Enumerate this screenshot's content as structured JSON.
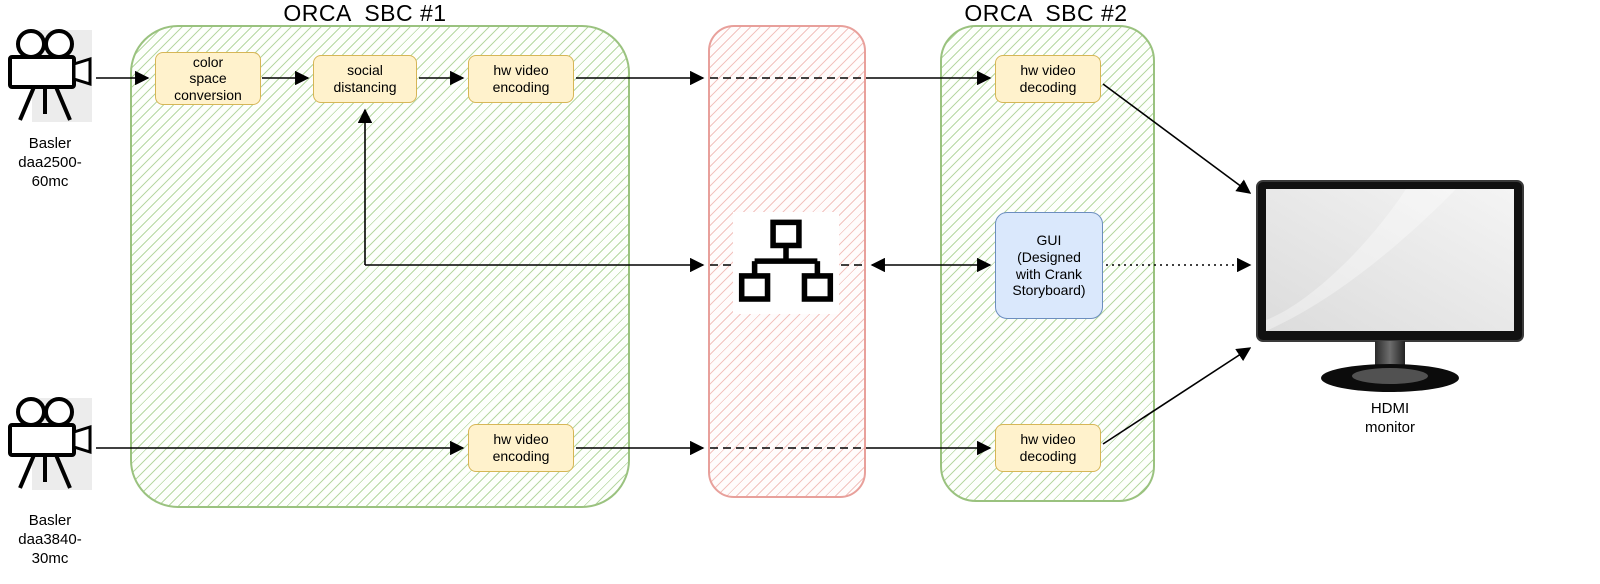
{
  "title_sbc1": "ORCA  SBC #1",
  "title_sbc2": "ORCA  SBC #2",
  "cameras": {
    "top_label": "Basler\ndaa2500-\n60mc",
    "bottom_label": "Basler\ndaa3840-\n30mc"
  },
  "sbc1": {
    "color_space": "color\nspace\nconversion",
    "social": "social\ndistancing",
    "encode_top": "hw video\nencoding",
    "encode_bottom": "hw video\nencoding"
  },
  "sbc2": {
    "decode_top": "hw video\ndecoding",
    "gui": "GUI\n(Designed\nwith Crank\nStoryboard)",
    "decode_bottom": "hw video\ndecoding"
  },
  "monitor_label": "HDMI\nmonitor",
  "icons": {
    "camera_top": "video-camera",
    "camera_bottom": "video-camera",
    "network": "network-switch",
    "monitor": "desktop-monitor"
  },
  "colors": {
    "sbc_border": "#9ac27f",
    "sbc_hatch": "#b7d8a3",
    "network_border": "#e8a09b",
    "network_hatch": "#f2c3bf",
    "node_fill": "#fff2cc",
    "node_border": "#d6b656",
    "gui_fill": "#dae8fc",
    "gui_border": "#6c8ebf",
    "arrow": "#000000"
  }
}
